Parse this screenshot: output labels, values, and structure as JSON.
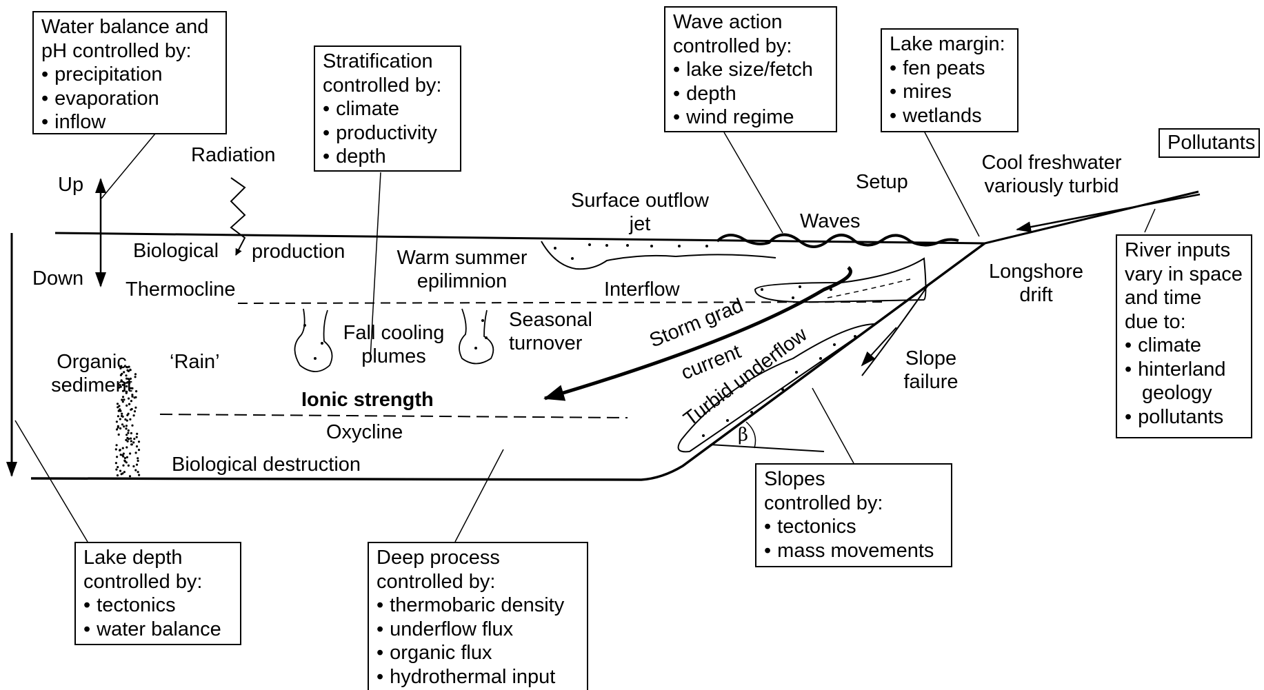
{
  "boxes": {
    "water_balance": {
      "title": [
        "Water balance and",
        "pH controlled by:"
      ],
      "items": [
        "precipitation",
        "evaporation",
        "inflow"
      ]
    },
    "stratification": {
      "title": [
        "Stratification",
        "controlled by:"
      ],
      "items": [
        "climate",
        "productivity",
        "depth"
      ]
    },
    "wave_action": {
      "title": [
        "Wave action",
        "controlled by:"
      ],
      "items": [
        "lake size/fetch",
        "depth",
        "wind regime"
      ]
    },
    "lake_margin": {
      "title": [
        "Lake margin:"
      ],
      "items": [
        "fen peats",
        "mires",
        "wetlands"
      ]
    },
    "pollutants": {
      "title": [
        "Pollutants"
      ]
    },
    "river_inputs": {
      "title": [
        "River inputs",
        "vary in space",
        "and time",
        "due to:"
      ],
      "items": [
        "climate",
        "hinterland geology",
        "pollutants"
      ]
    },
    "slopes": {
      "title": [
        "Slopes",
        "controlled by:"
      ],
      "items": [
        "tectonics",
        "mass movements"
      ]
    },
    "lake_depth": {
      "title": [
        "Lake depth",
        "controlled by:"
      ],
      "items": [
        "tectonics",
        "water balance"
      ]
    },
    "deep_process": {
      "title": [
        "Deep process",
        "controlled by:"
      ],
      "items": [
        "thermobaric density",
        "underflow flux",
        "organic flux",
        "hydrothermal input"
      ]
    }
  },
  "labels": {
    "radiation": "Radiation",
    "up": "Up",
    "down": "Down",
    "biological": "Biological",
    "production": "production",
    "thermocline": "Thermocline",
    "surface_outflow": [
      "Surface outflow",
      "jet"
    ],
    "warm_summer": [
      "Warm summer",
      "epilimnion"
    ],
    "interflow": "Interflow",
    "setup": "Setup",
    "waves": "Waves",
    "cool_freshwater": [
      "Cool freshwater",
      "variously turbid"
    ],
    "longshore": [
      "Longshore",
      "drift"
    ],
    "fall_cooling": [
      "Fall cooling",
      "plumes"
    ],
    "seasonal_turnover": [
      "Seasonal",
      "turnover"
    ],
    "storm_grad": "Storm grad",
    "current": "current",
    "organic_sediment": [
      "Organic",
      "sediment"
    ],
    "rain": "‘Rain’",
    "ionic_strength": "Ionic strength",
    "oxycline": "Oxycline",
    "turbid_underflow": "Turbid underflow",
    "slope_failure": [
      "Slope",
      "failure"
    ],
    "biological_destruction": "Biological destruction",
    "beta": "β"
  }
}
